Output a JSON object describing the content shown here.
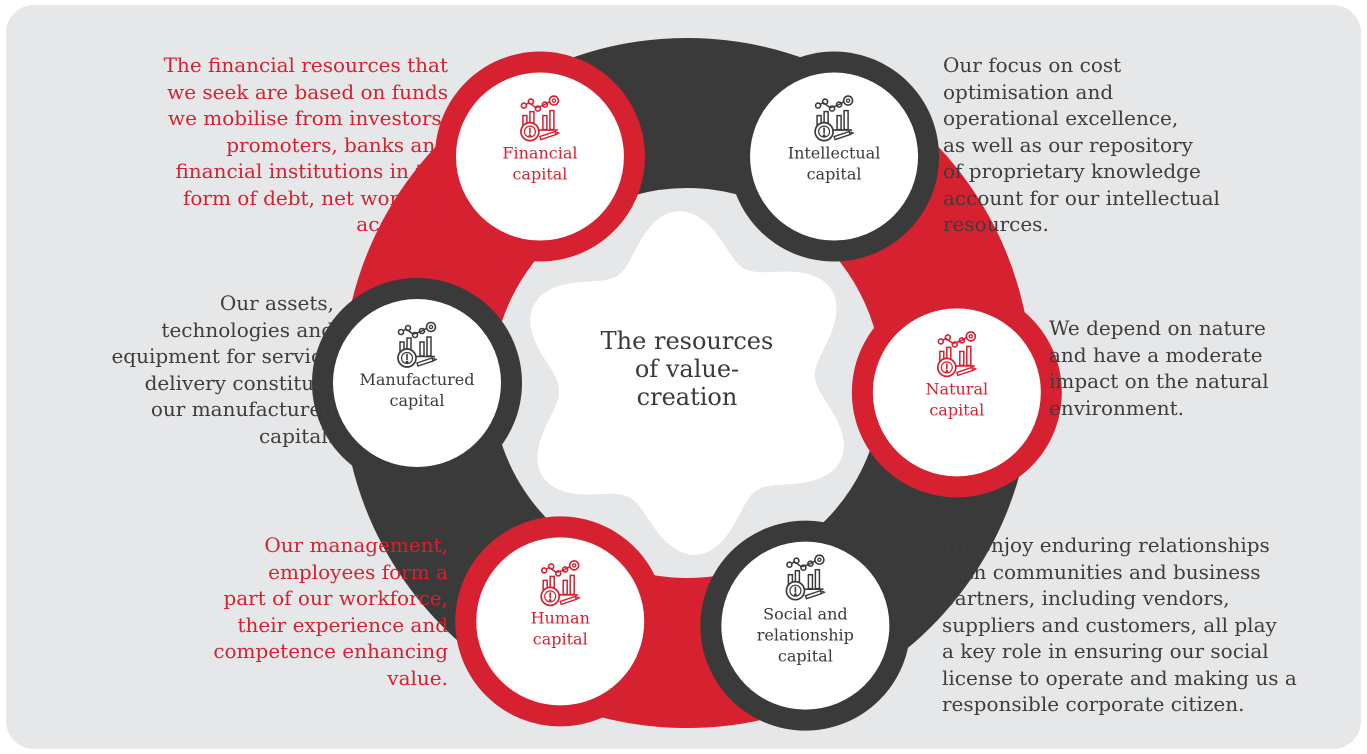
{
  "center": {
    "lines": [
      "The resources",
      "of value-",
      "creation"
    ]
  },
  "colors": {
    "red": "#d52130",
    "dark": "#3a3a3a",
    "background": "#e6e7e9"
  },
  "capitals": [
    {
      "id": "financial",
      "lines": [
        "Financial",
        "capital"
      ],
      "icon": "analytics-chart-icon",
      "accent": "red"
    },
    {
      "id": "intellectual",
      "lines": [
        "Intellectual",
        "capital"
      ],
      "icon": "analytics-chart-icon",
      "accent": "dark"
    },
    {
      "id": "natural",
      "lines": [
        "Natural",
        "capital"
      ],
      "icon": "analytics-chart-icon",
      "accent": "red"
    },
    {
      "id": "social",
      "lines": [
        "Social and",
        "relationship",
        "capital"
      ],
      "icon": "analytics-chart-icon",
      "accent": "dark"
    },
    {
      "id": "human",
      "lines": [
        "Human",
        "capital"
      ],
      "icon": "analytics-chart-icon",
      "accent": "red"
    },
    {
      "id": "manufactured",
      "lines": [
        "Manufactured",
        "capital"
      ],
      "icon": "analytics-chart-icon",
      "accent": "dark"
    }
  ],
  "descriptions": {
    "financial": [
      "The financial resources that",
      "we seek are based on funds",
      "we mobilise from investors,",
      "promoters, banks and",
      "financial institutions in the",
      "form of debt, net worth or",
      "accruals."
    ],
    "intellectual": [
      "Our focus on cost",
      "optimisation and",
      "operational excellence,",
      "as well as our repository",
      "of proprietary knowledge",
      "account for our intellectual",
      "resources."
    ],
    "manufactured": [
      "Our assets,",
      "technologies and",
      "equipment for service",
      "delivery constitute",
      "our manufactured",
      "capital."
    ],
    "natural": [
      "We depend on nature",
      "and have a moderate",
      "impact on the natural",
      "environment."
    ],
    "human": [
      "Our management,",
      "employees form a",
      "part of our workforce,",
      "their experience and",
      "competence enhancing",
      "value."
    ],
    "social": [
      "We enjoy enduring relationships",
      "with communities and business",
      "partners, including vendors,",
      "suppliers and customers, all play",
      "a key role in ensuring our social",
      "license to operate and making us a",
      "responsible corporate citizen."
    ]
  }
}
